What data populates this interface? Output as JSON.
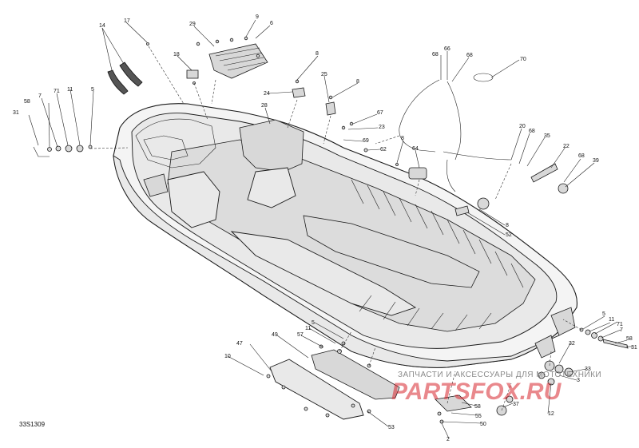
{
  "diagram": {
    "labels": {
      "l14": "14",
      "l17": "17",
      "l29": "29",
      "l9": "9",
      "l6": "6",
      "l18": "18",
      "l8a": "8",
      "l25": "25",
      "l24": "24",
      "l8b": "8",
      "l28": "28",
      "l68a": "68",
      "l66": "66",
      "l68b": "68",
      "l70": "70",
      "l31a": "31",
      "l58a": "58",
      "l7a": "7",
      "l71a": "71",
      "l11a": "11",
      "l5a": "5",
      "l67": "67",
      "l23": "23",
      "l69": "69",
      "l62": "62",
      "l8c": "8",
      "l64": "64",
      "l20": "20",
      "l68c": "68",
      "l35": "35",
      "l22": "22",
      "l68d": "68",
      "l39": "39",
      "l8d": "8",
      "l52": "52",
      "l5b": "5",
      "l11b": "11",
      "l71b": "71",
      "l7b": "7",
      "l58b": "58",
      "l31b": "31",
      "l32": "32",
      "l33": "33",
      "l3": "3",
      "l47": "47",
      "l49": "49",
      "l57": "57",
      "l11c": "11",
      "l5c": "5",
      "l10": "10",
      "l53": "53",
      "l58c": "58",
      "l55": "55",
      "l50": "50",
      "l37": "37",
      "l12": "12",
      "l2": "2"
    },
    "figure_code": "33S1309",
    "watermark_caption": "ЗАПЧАСТИ И АКСЕССУАРЫ ДЛЯ МОТОТЕХНИКИ",
    "watermark_logo": "PARTSFOX.RU"
  }
}
